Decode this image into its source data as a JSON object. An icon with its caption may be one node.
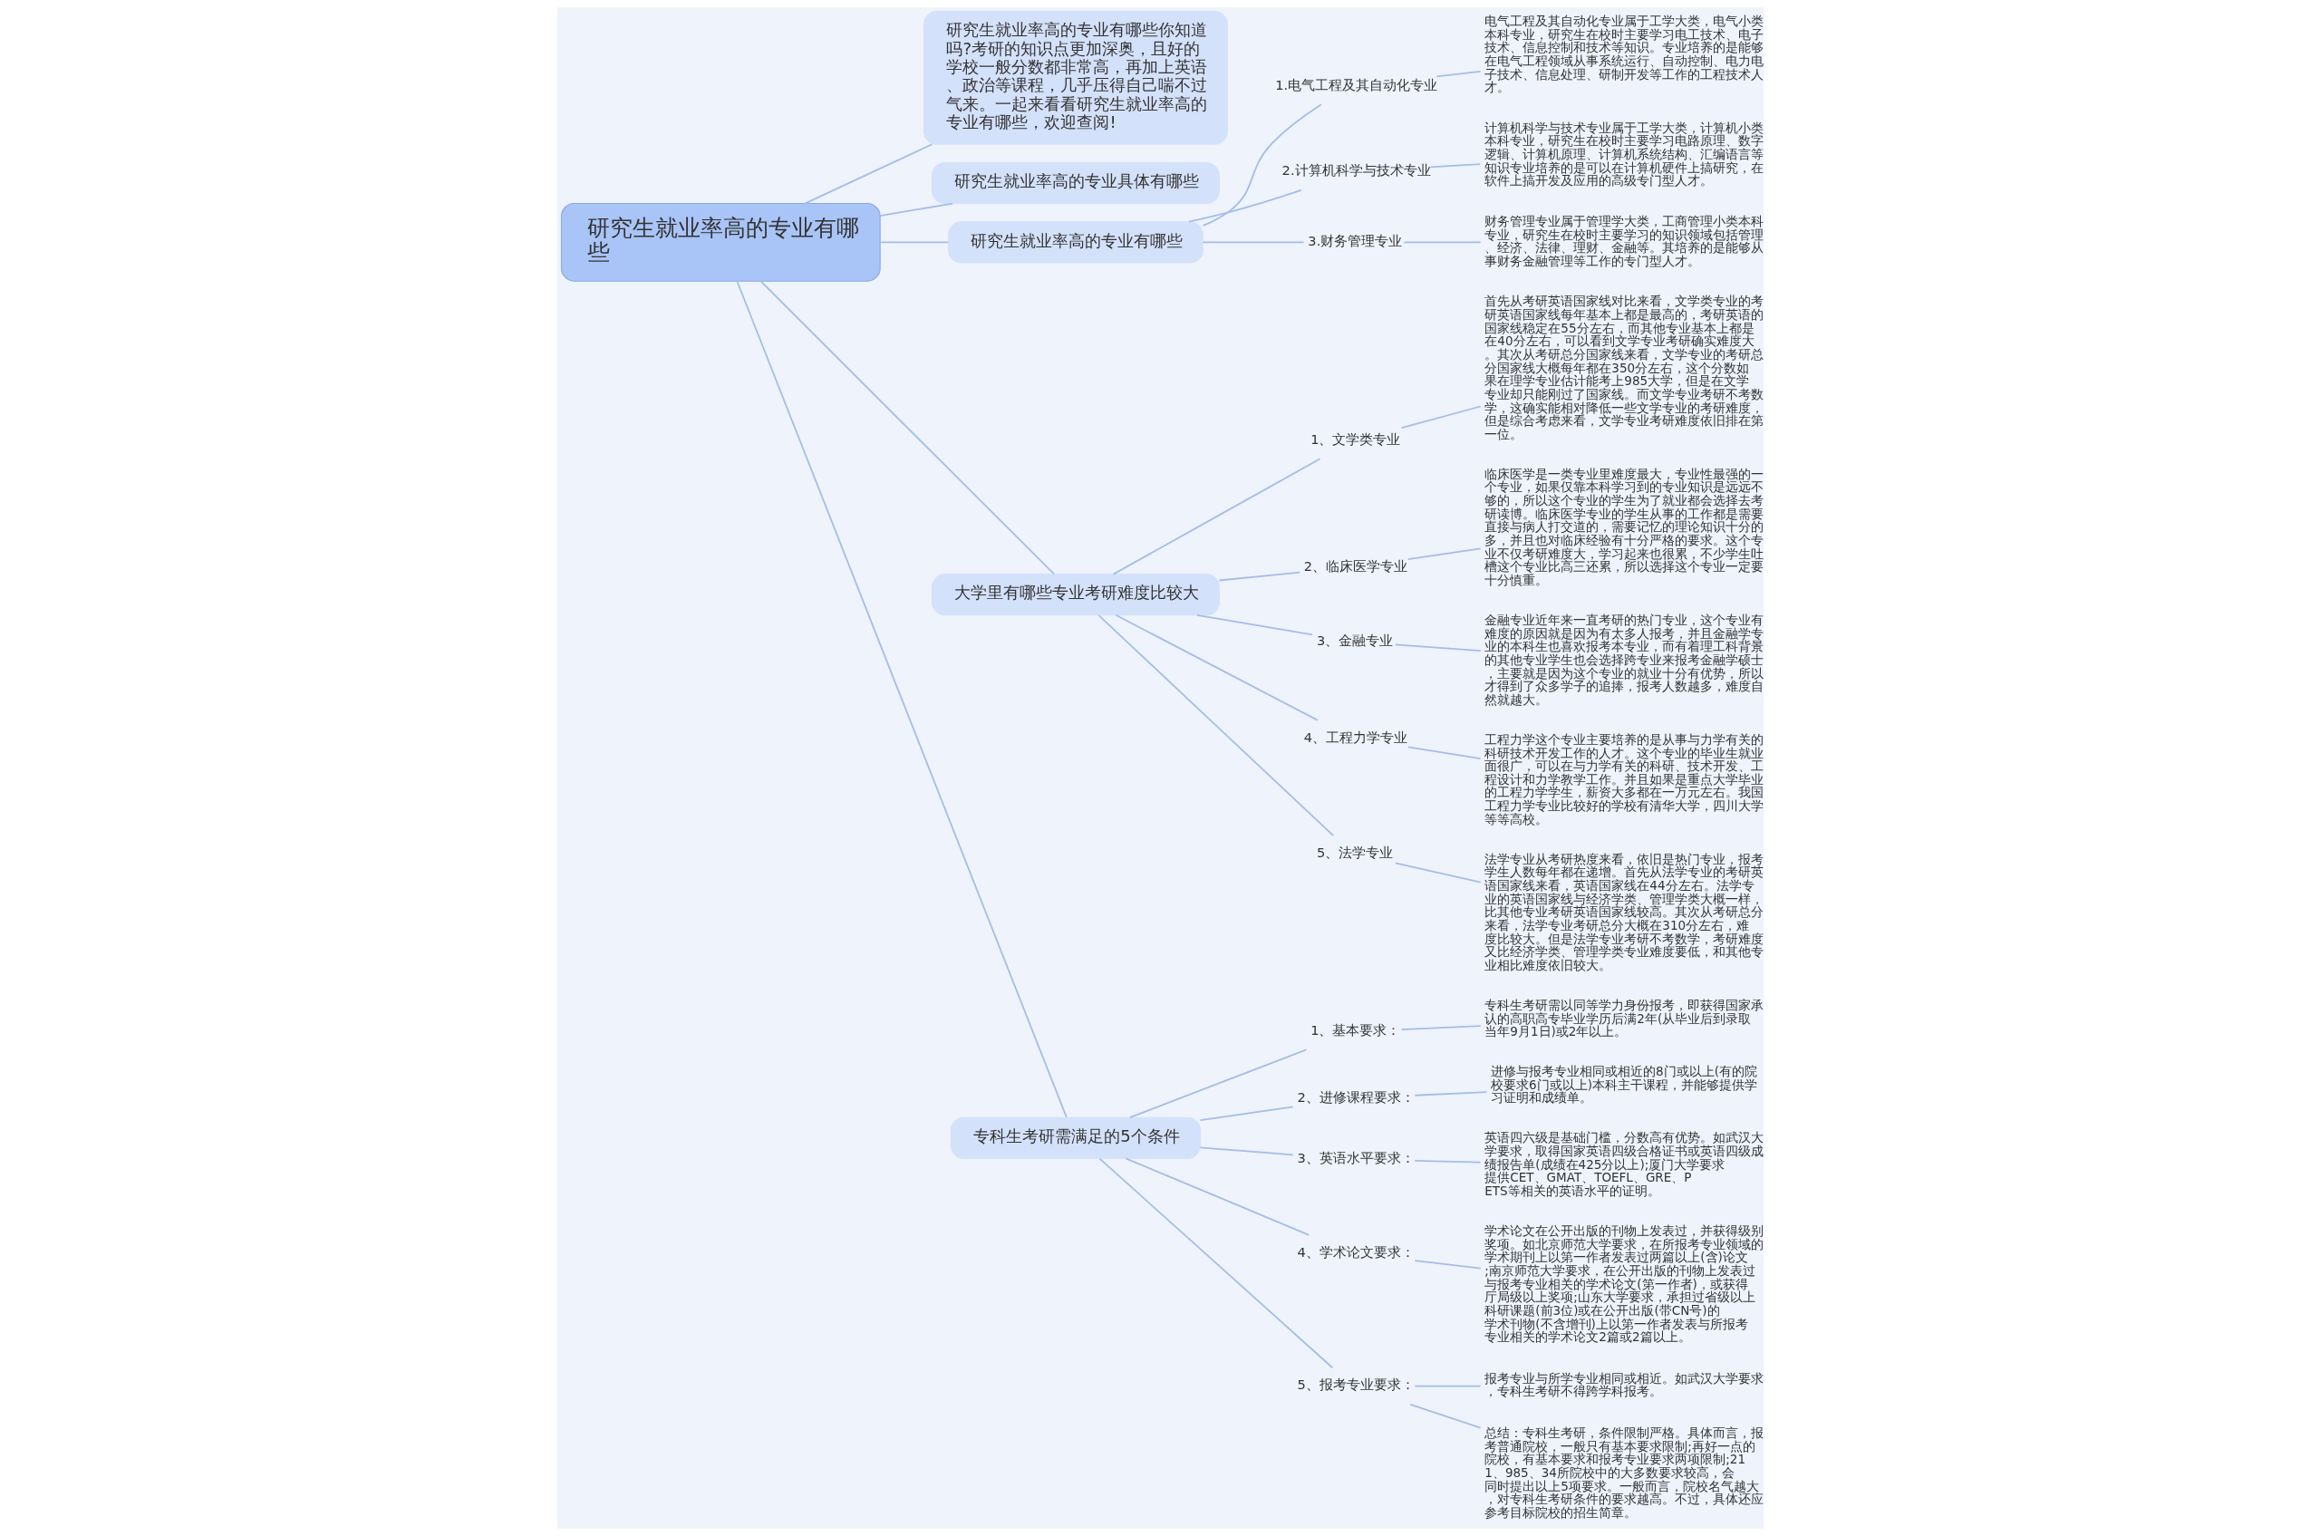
{
  "diagram": {
    "nodes": [
      {
        "text": [
          "研究生就业率高的专业有哪些"
        ]
      },
      {
        "text": [
          "研究生就业率高的专业有哪些你知道吗?考研的知识点更加深奥，且好的学校一般分数都非常高，再加上英语、政治等课程，几乎压得自己喘不过气来。一起来看看研究生就业率高的专业有哪些，欢迎查阅!"
        ]
      },
      {
        "text": [
          "研究生就业率高的专业具体有哪些"
        ]
      },
      {
        "text": [
          "研究生就业率高的专业有哪些"
        ]
      },
      {
        "text": [
          "1.电气工程及其自动化专业"
        ]
      },
      {
        "text": [
          "电气工程及其自动化专业属于工学大类，电气小类本科专业，研究生在校时主要学习电工技术、电子技术、信息控制和技术等知识。专业培养的是能够在电气工程领域从事系统运行、自动控制、电力电子技术、信息处理、研制开发等工作的工程技术人才。"
        ]
      },
      {
        "text": [
          "2.计算机科学与技术专业"
        ]
      },
      {
        "text": [
          "计算机科学与技术专业属于工学大类，计算机小类本科专业，研究生在校时主要学习电路原理、数字逻辑、计算机原理、计算机系统结构、汇编语言等知识专业培养的是可以在计算机硬件上搞研究，在软件上搞开发及应用的高级专门型人才。"
        ]
      },
      {
        "text": [
          "3.财务管理专业"
        ]
      },
      {
        "text": [
          "财务管理专业属于管理学大类，工商管理小类本科专业，研究生在校时主要学习的知识领域包括管理、经济、法律、理财、金融等。其培养的是能够从事财务金融管理等工作的专门型人才。"
        ]
      },
      {
        "text": [
          "大学里有哪些专业考研难度比较大"
        ]
      },
      {
        "text": [
          "1、文学类专业"
        ]
      },
      {
        "text": [
          "首先从考研英语国家线对比来看，文学类专业的考研英语国家线每年基本上都是最高的，考研英语的国家线稳定在55分左右，而其他专业基本上都是在40分左右，可以看到文学专业考研确实难度大。其次从考研总分国家线来看，文学专业的考研总分国家线大概每年都在350分左右，这个分数如果在理学专业估计能考上985大学，但是在文学专业却只能刚过了国家线。而文学专业考研不考数学，这确实能相对降低一些文学专业的考研难度，但是综合考虑来看，文学专业考研难度依旧排在第一位。"
        ]
      },
      {
        "text": [
          "2、临床医学专业"
        ]
      },
      {
        "text": [
          "临床医学是一类专业里难度最大，专业性最强的一个专业，如果仅靠本科学习到的专业知识是远远不够的，所以这个专业的学生为了就业都会选择去考研读博。临床医学专业的学生从事的工作都是需要直接与病人打交道的，需要记忆的理论知识十分的多，并且也对临床经验有十分严格的要求。这个专业不仅考研难度大，学习起来也很累，不少学生吐槽这个专业比高三还累，所以选择这个专业一定要十分慎重。"
        ]
      },
      {
        "text": [
          "3、金融专业"
        ]
      },
      {
        "text": [
          "金融专业近年来一直考研的热门专业，这个专业有难度的原因就是因为有太多人报考，并且金融学专业的本科生也喜欢报考本专业，而有着理工科背景的其他专业学生也会选择跨专业来报考金融学硕士，主要就是因为这个专业的就业十分有优势，所以才得到了众多学子的追捧，报考人数越多，难度自然就越大。"
        ]
      },
      {
        "text": [
          "4、工程力学专业"
        ]
      },
      {
        "text": [
          "工程力学这个专业主要培养的是从事与力学有关的科研技术开发工作的人才。这个专业的毕业生就业面很广，可以在与力学有关的科研、技术开发、工程设计和力学教学工作。并且如果是重点大学毕业的工程力学学生，薪资大多都在一万元左右。我国工程力学专业比较好的学校有清华大学，四川大学等等高校。"
        ]
      },
      {
        "text": [
          "5、法学专业"
        ]
      },
      {
        "text": [
          "法学专业从考研热度来看，依旧是热门专业，报考学生人数每年都在递增。首先从法学专业的考研英语国家线来看，英语国家线在44分左右。法学专业的英语国家线与经济学类、管理学类大概一样，比其他专业考研英语国家线较高。其次从考研总分来看，法学专业考研总分大概在310分左右，难度比较大。但是法学专业考研不考数学，考研难度又比经济学类、管理学类专业难度要低，和其他专业相比难度依旧较大。"
        ]
      },
      {
        "text": [
          "专科生考研需满足的5个条件"
        ]
      },
      {
        "text": [
          "1、基本要求："
        ]
      },
      {
        "text": [
          "专科生考研需以同等学力身份报考，即获得国家承认的高职高专毕业学历后满2年(从毕业后到录取当年9月1日)或2年以上。"
        ]
      },
      {
        "text": [
          "2、进修课程要求："
        ]
      },
      {
        "text": [
          "进修与报考专业相同或相近的8门或以上(有的院校要求6门或以上)本科主干课程，并能够提供学习证明和成绩单。"
        ]
      },
      {
        "text": [
          "3、英语水平要求："
        ]
      },
      {
        "text": [
          "英语四六级是基础门槛，分数高有优势。如武汉大学要求，取得国家英语四级合格证书或英语四级成绩报告单(成绩在425分以上);厦门大学要求提供CET、GMAT、TOEFL、GRE、PETS等相关的英语水平的证明。"
        ]
      },
      {
        "text": [
          "4、学术论文要求："
        ]
      },
      {
        "text": [
          "学术论文在公开出版的刊物上发表过，并获得级别奖项。如北京师范大学要求，在所报考专业领域的学术期刊上以第一作者发表过两篇以上(含)论文;南京师范大学要求，在公开出版的刊物上发表过与报考专业相关的学术论文(第一作者)，或获得厅局级以上奖项;山东大学要求，承担过省级以上科研课题(前3位)或在公开出版(带CN号)的学术刊物(不含增刊)上以第一作者发表与所报考专业相关的学术论文2篇或2篇以上。"
        ]
      },
      {
        "text": [
          "5、报考专业要求："
        ]
      },
      {
        "text": [
          "报考专业与所学专业相同或相近。如武汉大学要求，专科生考研不得跨学科报考。"
        ]
      },
      {
        "text": [
          "总结：专科生考研，条件限制严格。具体而言，报考普通院校，一般只有基本要求限制;再好一点的院校，有基本要求和报考专业要求两项限制;211、985、34所院校中的大多数要求较高，会同时提出以上5项要求。一般而言，院校名气越大，对专科生考研条件的要求越高。不过，具体还应参考目标院校的招生简章。"
        ]
      }
    ],
    "edges": [
      {
        "from": 0,
        "to": 1,
        "arrow": "none"
      },
      {
        "from": 0,
        "to": 2,
        "arrow": "none"
      },
      {
        "from": 0,
        "to": 3,
        "arrow": "none"
      },
      {
        "from": 3,
        "to": 4,
        "arrow": "none"
      },
      {
        "from": 4,
        "to": 5,
        "arrow": "none"
      },
      {
        "from": 3,
        "to": 6,
        "arrow": "none"
      },
      {
        "from": 6,
        "to": 7,
        "arrow": "none"
      },
      {
        "from": 3,
        "to": 8,
        "arrow": "none"
      },
      {
        "from": 8,
        "to": 9,
        "arrow": "none"
      },
      {
        "from": 0,
        "to": 10,
        "arrow": "none"
      },
      {
        "from": 10,
        "to": 11,
        "arrow": "none"
      },
      {
        "from": 11,
        "to": 12,
        "arrow": "none"
      },
      {
        "from": 10,
        "to": 13,
        "arrow": "none"
      },
      {
        "from": 13,
        "to": 14,
        "arrow": "none"
      },
      {
        "from": 10,
        "to": 15,
        "arrow": "none"
      },
      {
        "from": 15,
        "to": 16,
        "arrow": "none"
      },
      {
        "from": 10,
        "to": 17,
        "arrow": "none"
      },
      {
        "from": 17,
        "to": 18,
        "arrow": "none"
      },
      {
        "from": 10,
        "to": 19,
        "arrow": "none"
      },
      {
        "from": 19,
        "to": 20,
        "arrow": "none"
      },
      {
        "from": 0,
        "to": 21,
        "arrow": "none"
      },
      {
        "from": 21,
        "to": 22,
        "arrow": "none"
      },
      {
        "from": 22,
        "to": 23,
        "arrow": "none"
      },
      {
        "from": 21,
        "to": 24,
        "arrow": "none"
      },
      {
        "from": 24,
        "to": 25,
        "arrow": "none"
      },
      {
        "from": 21,
        "to": 26,
        "arrow": "none"
      },
      {
        "from": 26,
        "to": 27,
        "arrow": "none"
      },
      {
        "from": 21,
        "to": 28,
        "arrow": "none"
      },
      {
        "from": 28,
        "to": 29,
        "arrow": "none"
      },
      {
        "from": 21,
        "to": 30,
        "arrow": "none"
      },
      {
        "from": 30,
        "to": 31,
        "arrow": "none"
      },
      {
        "from": 30,
        "to": 32,
        "arrow": "none"
      }
    ]
  }
}
